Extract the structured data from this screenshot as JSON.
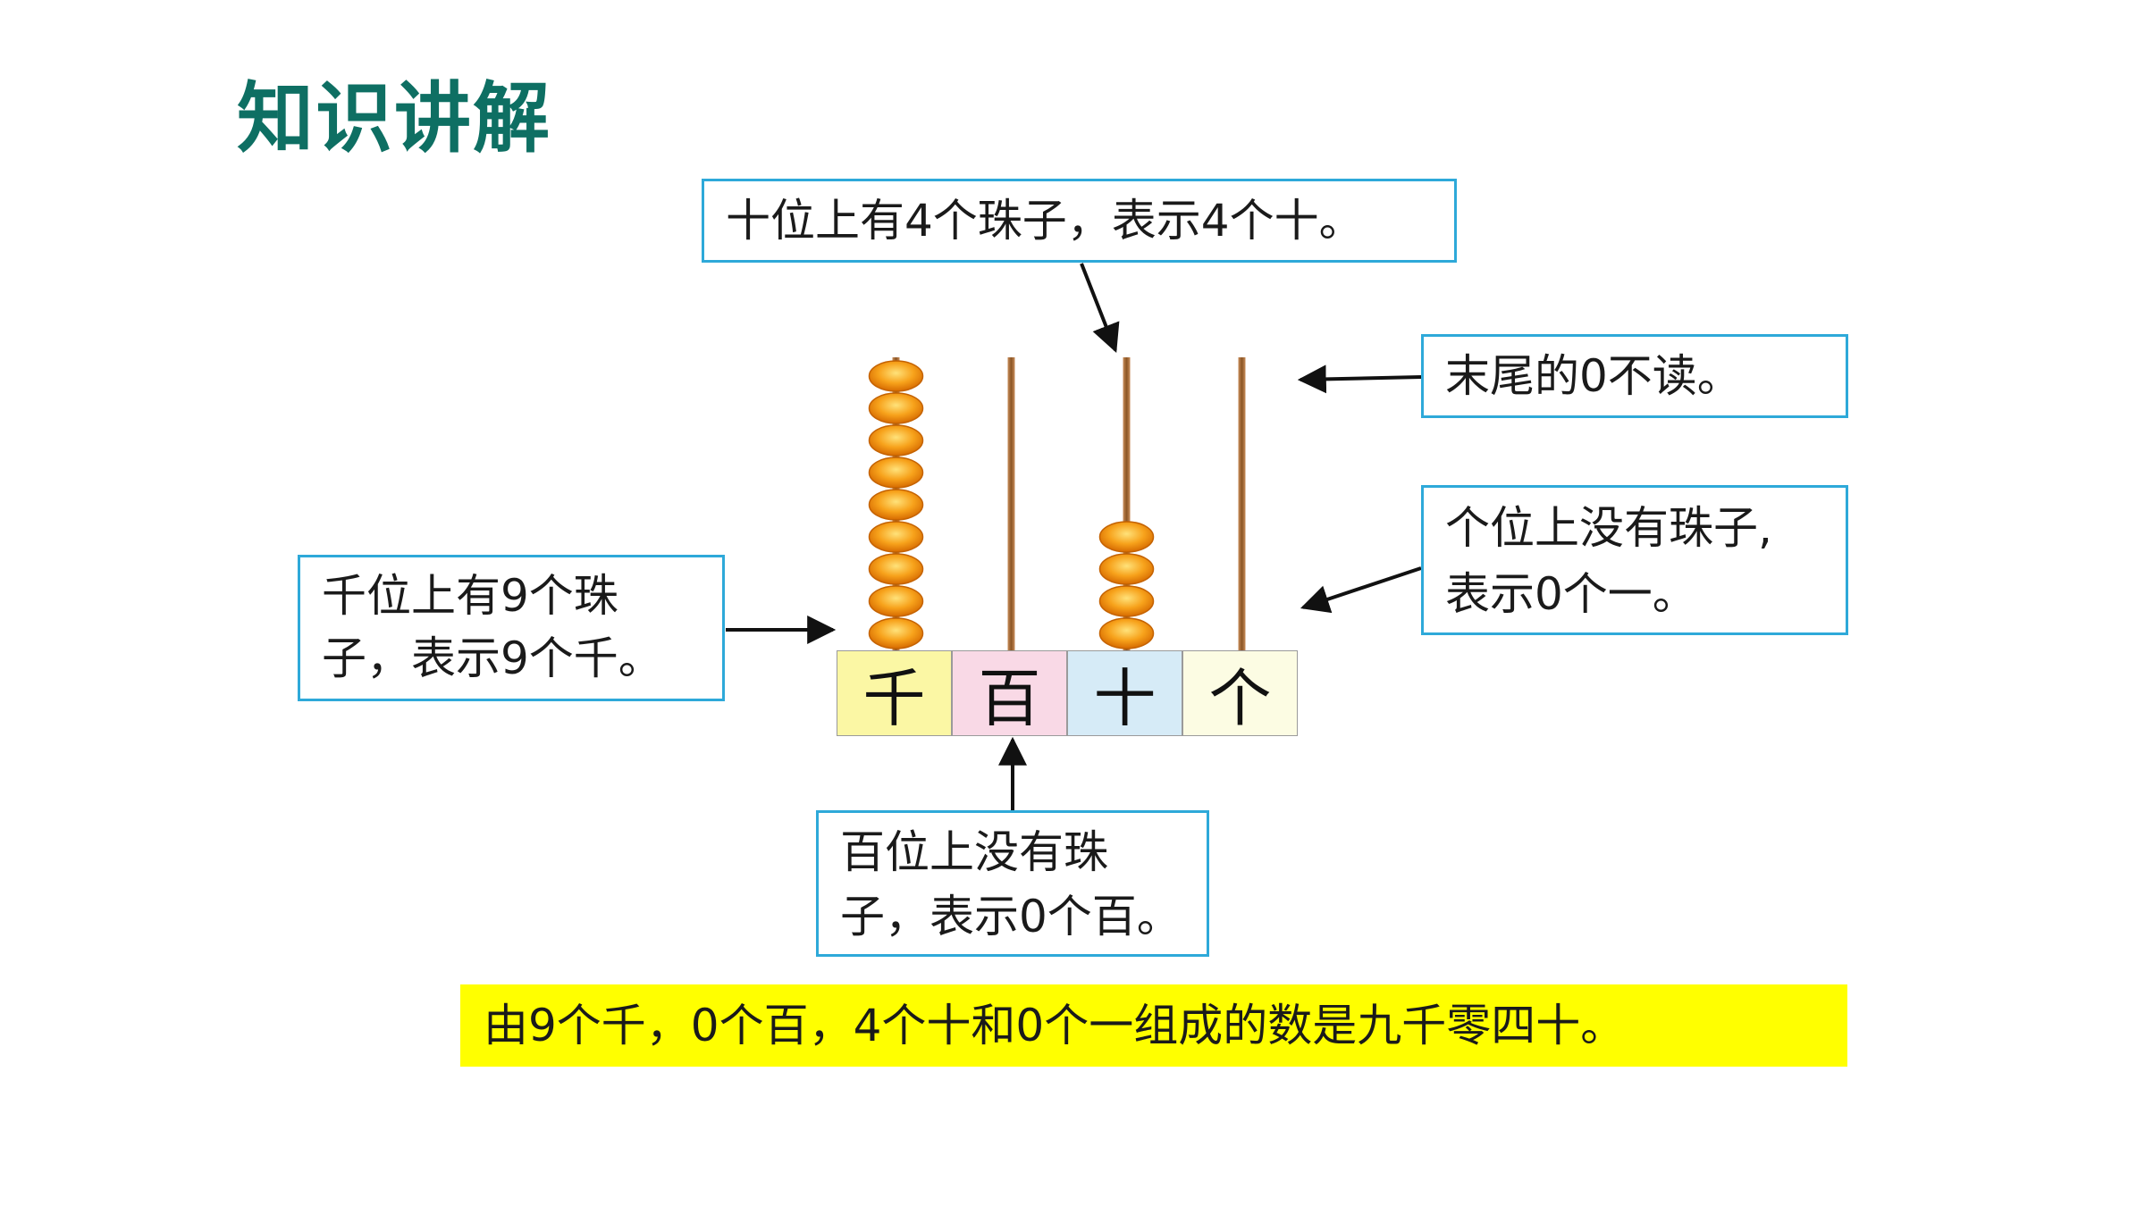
{
  "title": "知识讲解",
  "abacus": {
    "places": [
      {
        "label": "千",
        "beads": 9,
        "color": "#fbf7a4"
      },
      {
        "label": "百",
        "beads": 0,
        "color": "#f9d9e6"
      },
      {
        "label": "十",
        "beads": 4,
        "color": "#d6ebf7"
      },
      {
        "label": "个",
        "beads": 0,
        "color": "#fcfce3"
      }
    ]
  },
  "notes": {
    "tens": "十位上有4个珠子，表示4个十。",
    "ones_end": "末尾的0不读。",
    "ones_line1": "个位上没有珠子,",
    "ones_line2": "表示0个一。",
    "thousands_line1": "千位上有9个珠",
    "thousands_line2": "子，表示9个千。",
    "hundreds_line1": "百位上没有珠",
    "hundreds_line2": "子，表示0个百。"
  },
  "summary": "由9个千，0个百，4个十和0个一组成的数是九千零四十。",
  "colors": {
    "title": "#0e6f63",
    "box_border": "#2ea9d9",
    "highlight": "#ffff00",
    "rod": "#a0693a",
    "bead": "#f39a12"
  }
}
